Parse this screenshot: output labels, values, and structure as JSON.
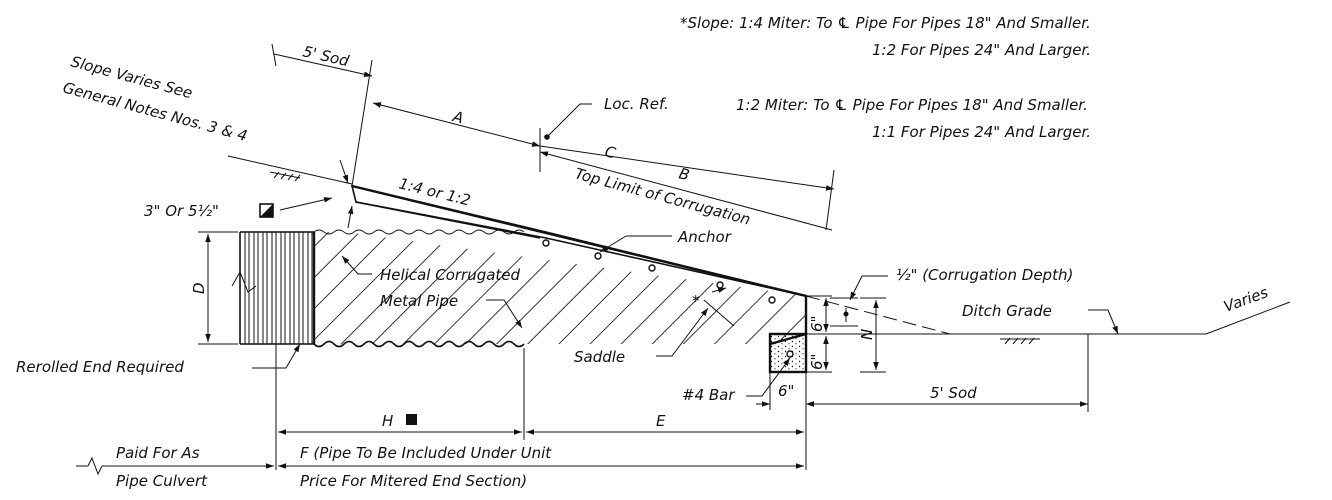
{
  "notes": {
    "slope_14_line1": "*Slope: 1:4 Miter: To ℄ Pipe For Pipes 18\" And Smaller.",
    "slope_14_line2": "1:2 For Pipes 24\" And Larger.",
    "slope_12_line1": "1:2 Miter: To ℄ Pipe For Pipes 18\" And Smaller.",
    "slope_12_line2": "1:1 For Pipes 24\" And Larger."
  },
  "labels": {
    "slope_varies_1": "Slope Varies See",
    "slope_varies_2": "General Notes Nos. 3 & 4",
    "sod_top": "5' Sod",
    "dim_a": "A",
    "dim_b": "B",
    "dim_c": "C",
    "loc_ref": "Loc. Ref.",
    "top_limit": "Top Limit of Corrugation",
    "slope_ratio": "1:4 or 1:2",
    "thickness": "3\" Or 5½\"",
    "anchor": "Anchor",
    "dim_d": "D",
    "helical_1": "Helical Corrugated",
    "helical_2": "Metal Pipe",
    "asterisk": "*",
    "saddle": "Saddle",
    "corrugation_depth": "½\" (Corrugation Depth)",
    "ditch_grade": "Ditch Grade",
    "varies": "Varies",
    "six_upper": "6\"",
    "six_lower": "6\"",
    "dim_n": "N",
    "six_width": "6\"",
    "sod_bottom": "5' Sod",
    "rerolled": "Rerolled End Required",
    "bar": "#4 Bar",
    "dim_h": "H",
    "dim_e": "E",
    "dim_f_1": "F (Pipe To Be Included Under Unit",
    "dim_f_2": "Price For Mitered End Section)",
    "paid_1": "Paid For As",
    "paid_2": "Pipe Culvert"
  }
}
